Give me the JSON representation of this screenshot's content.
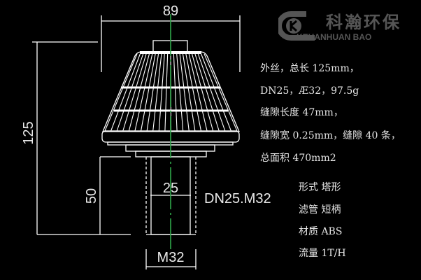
{
  "dimensions": {
    "top_width": "89",
    "total_height": "125",
    "shank_height": "50",
    "inner_diameter": "25",
    "thread": "M32",
    "connection": "DN25.M32"
  },
  "specs": [
    "外丝，总长 125mm，",
    "DN25，Æ32，97.5g",
    "缝隙长度 47mm，",
    "缝隙宽 0.25mm，缝隙 40 条，",
    "总面积 470mm2"
  ],
  "properties": [
    "形式  塔形",
    "滤管  短柄",
    "材质 ABS",
    "流量 1T/H"
  ],
  "watermark": {
    "cn": "科瀚环保",
    "en": "KEHANHUAN BAO"
  },
  "colors": {
    "background": "#000000",
    "lines": "#ffffff",
    "centerline": "#2fa84a"
  }
}
